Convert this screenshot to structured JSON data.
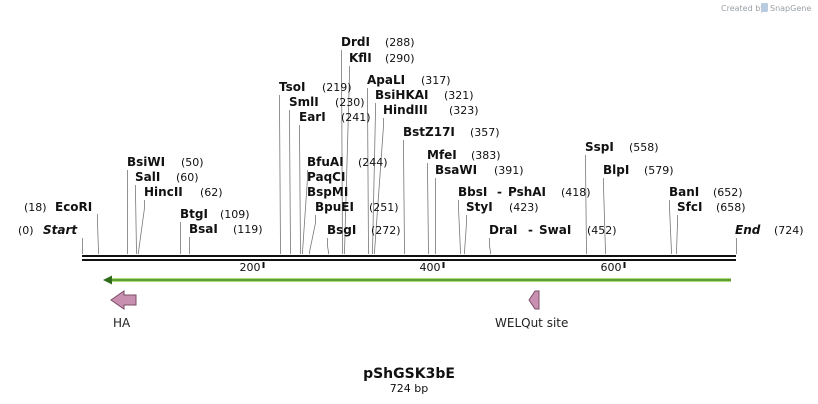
{
  "branding": {
    "text": "Created by",
    "brand_name": "SnapGene"
  },
  "map": {
    "name": "pShGSK3bE",
    "length_label": "724 bp",
    "length": 724,
    "ticks": [
      200,
      400,
      600
    ]
  },
  "sites": [
    {
      "id": "drdi",
      "name": "DrdI",
      "pos": 288,
      "pos_label": "(288)"
    },
    {
      "id": "kfli",
      "name": "KflI",
      "pos": 290,
      "pos_label": "(290)"
    },
    {
      "id": "tsoi",
      "name": "TsoI",
      "pos": 219,
      "pos_label": "(219)"
    },
    {
      "id": "apali",
      "name": "ApaLI",
      "pos": 317,
      "pos_label": "(317)"
    },
    {
      "id": "smli",
      "name": "SmlI",
      "pos": 230,
      "pos_label": "(230)"
    },
    {
      "id": "bsihkai",
      "name": "BsiHKAI",
      "pos": 321,
      "pos_label": "(321)"
    },
    {
      "id": "eari",
      "name": "EarI",
      "pos": 241,
      "pos_label": "(241)"
    },
    {
      "id": "hindiii",
      "name": "HindIII",
      "pos": 323,
      "pos_label": "(323)"
    },
    {
      "id": "bstz17i",
      "name": "BstZ17I",
      "pos": 357,
      "pos_label": "(357)"
    },
    {
      "id": "sspi",
      "name": "SspI",
      "pos": 558,
      "pos_label": "(558)"
    },
    {
      "id": "mfei",
      "name": "MfeI",
      "pos": 383,
      "pos_label": "(383)"
    },
    {
      "id": "bsiwi",
      "name": "BsiWI",
      "pos": 50,
      "pos_label": "(50)"
    },
    {
      "id": "bfuai",
      "name": "BfuAI",
      "pos": 244,
      "pos_label": "(244)"
    },
    {
      "id": "bsawi",
      "name": "BsaWI",
      "pos": 391,
      "pos_label": "(391)"
    },
    {
      "id": "blpi",
      "name": "BlpI",
      "pos": 579,
      "pos_label": "(579)"
    },
    {
      "id": "sali",
      "name": "SalI",
      "pos": 60,
      "pos_label": "(60)"
    },
    {
      "id": "paqci",
      "name": "PaqCI",
      "pos": 244,
      "pos_label": ""
    },
    {
      "id": "hincii",
      "name": "HincII",
      "pos": 62,
      "pos_label": "(62)"
    },
    {
      "id": "bspmi",
      "name": "BspMI",
      "pos": 244,
      "pos_label": ""
    },
    {
      "id": "bbsi",
      "name": "BbsI",
      "pos": 418,
      "pos_label": "(418)"
    },
    {
      "id": "pshai",
      "name": "PshAI",
      "pos": 418,
      "pos_label": ""
    },
    {
      "id": "bani",
      "name": "BanI",
      "pos": 652,
      "pos_label": "(652)"
    },
    {
      "id": "ecori",
      "name": "EcoRI",
      "pos": 18,
      "pos_label": "(18)"
    },
    {
      "id": "bpuei",
      "name": "BpuEI",
      "pos": 251,
      "pos_label": "(251)"
    },
    {
      "id": "styi",
      "name": "StyI",
      "pos": 423,
      "pos_label": "(423)"
    },
    {
      "id": "sfci",
      "name": "SfcI",
      "pos": 658,
      "pos_label": "(658)"
    },
    {
      "id": "btgi",
      "name": "BtgI",
      "pos": 109,
      "pos_label": "(109)"
    },
    {
      "id": "bsai",
      "name": "BsaI",
      "pos": 119,
      "pos_label": "(119)"
    },
    {
      "id": "bsgi",
      "name": "BsgI",
      "pos": 272,
      "pos_label": "(272)"
    },
    {
      "id": "drai",
      "name": "DraI",
      "pos": 452,
      "pos_label": "(452)"
    },
    {
      "id": "swai",
      "name": "SwaI",
      "pos": 452,
      "pos_label": ""
    },
    {
      "id": "start",
      "name": "Start",
      "pos": 0,
      "pos_label": "(0)"
    },
    {
      "id": "end",
      "name": "End",
      "pos": 724,
      "pos_label": "(724)"
    }
  ],
  "separators": {
    "bbsi_pshai": "-",
    "drai_swai": "-"
  },
  "features": [
    {
      "id": "ha",
      "label": "HA",
      "color": "#c98fb0",
      "direction": "reverse"
    },
    {
      "id": "welqut",
      "label": "WELQut site",
      "color": "#c98fb0",
      "direction": "reverse"
    }
  ],
  "orf": {
    "color": "#8fd14f",
    "direction": "reverse"
  },
  "backbone_color": "#111111"
}
